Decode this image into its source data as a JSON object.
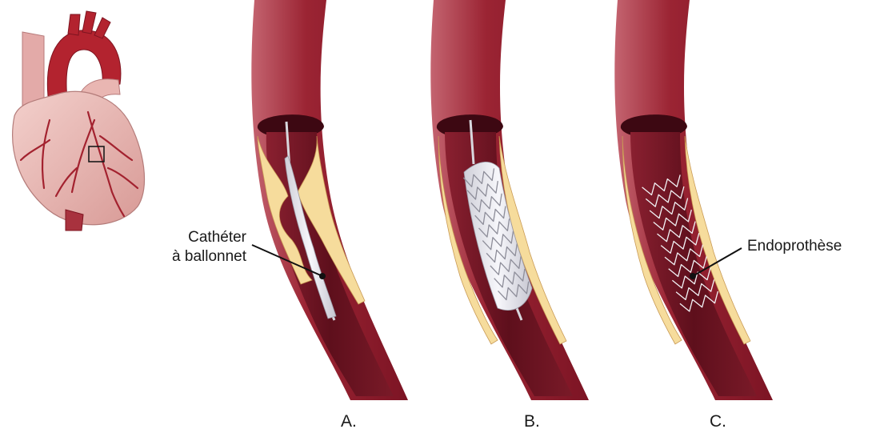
{
  "labels": {
    "catheter_line1": "Cathéter",
    "catheter_line2": "à ballonnet",
    "stent": "Endoprothèse"
  },
  "panels": {
    "a": "A.",
    "b": "B.",
    "c": "C."
  },
  "colors": {
    "vessel_wall": "#8e1b2b",
    "vessel_wall_light": "#c9707a",
    "lumen": "#6e1422",
    "plaque": "#f6dc9c",
    "heart": "#e8b8b4",
    "aorta": "#b3232f",
    "balloon": "#e9e9ee",
    "stent_wire": "#f2f2f5"
  }
}
